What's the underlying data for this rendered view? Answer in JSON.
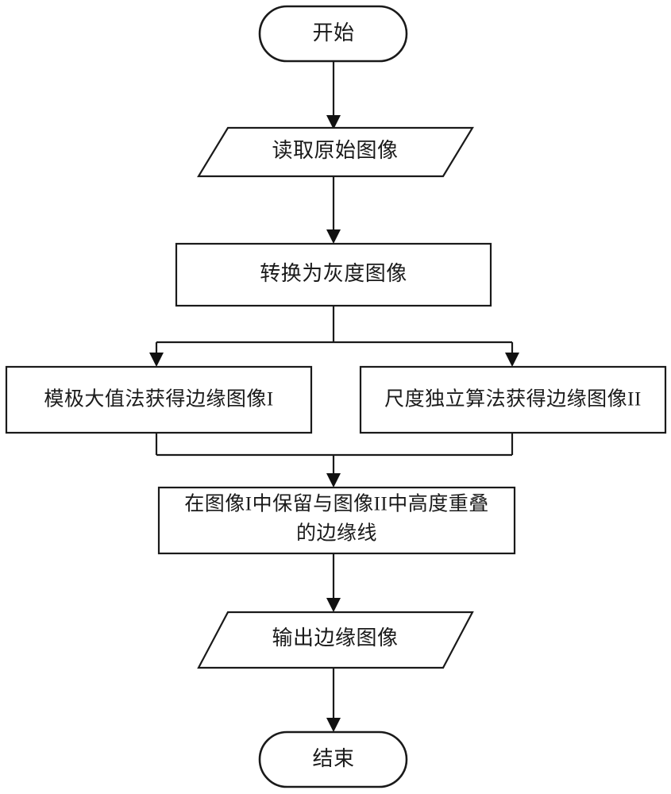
{
  "diagram": {
    "title_text": "",
    "type": "flowchart",
    "orientation": "top-to-bottom",
    "background_color": "#ffffff",
    "line_color": "#1a1a1a",
    "text_color": "#1a1a1a",
    "nodes": [
      {
        "id": "start",
        "shape": "terminator",
        "label": "开始",
        "lines": [
          "开始"
        ]
      },
      {
        "id": "read-image",
        "shape": "parallelogram",
        "label": "读取原始图像",
        "lines": [
          "读取原始图像"
        ]
      },
      {
        "id": "to-grayscale",
        "shape": "rectangle",
        "label": "转换为灰度图像",
        "lines": [
          "转换为灰度图像"
        ]
      },
      {
        "id": "modulus-maxima",
        "shape": "rectangle",
        "label": "模极大值法获得边缘图像I",
        "lines": [
          "模极大值法获得边缘图像I"
        ]
      },
      {
        "id": "scale-independent",
        "shape": "rectangle",
        "label": "尺度独立算法获得边缘图像II",
        "lines": [
          "尺度独立算法获得边缘图像II"
        ]
      },
      {
        "id": "keep-overlap",
        "shape": "rectangle",
        "label": "在图像I中保留与图像II中高度重叠的边缘线",
        "lines": [
          "在图像I中保留与图像II中高度重叠",
          "的边缘线"
        ]
      },
      {
        "id": "output-image",
        "shape": "parallelogram",
        "label": "输出边缘图像",
        "lines": [
          "输出边缘图像"
        ]
      },
      {
        "id": "end",
        "shape": "terminator",
        "label": "结束",
        "lines": [
          "结束"
        ]
      }
    ],
    "edges": [
      {
        "from": "start",
        "to": "read-image",
        "style": "straight-arrow"
      },
      {
        "from": "read-image",
        "to": "to-grayscale",
        "style": "straight-arrow"
      },
      {
        "from": "to-grayscale",
        "to": "modulus-maxima",
        "style": "split-branch-left"
      },
      {
        "from": "to-grayscale",
        "to": "scale-independent",
        "style": "split-branch-right"
      },
      {
        "from": "modulus-maxima",
        "to": "keep-overlap",
        "style": "merge-branch-left"
      },
      {
        "from": "scale-independent",
        "to": "keep-overlap",
        "style": "merge-branch-right"
      },
      {
        "from": "keep-overlap",
        "to": "output-image",
        "style": "straight-arrow"
      },
      {
        "from": "output-image",
        "to": "end",
        "style": "straight-arrow"
      }
    ]
  }
}
